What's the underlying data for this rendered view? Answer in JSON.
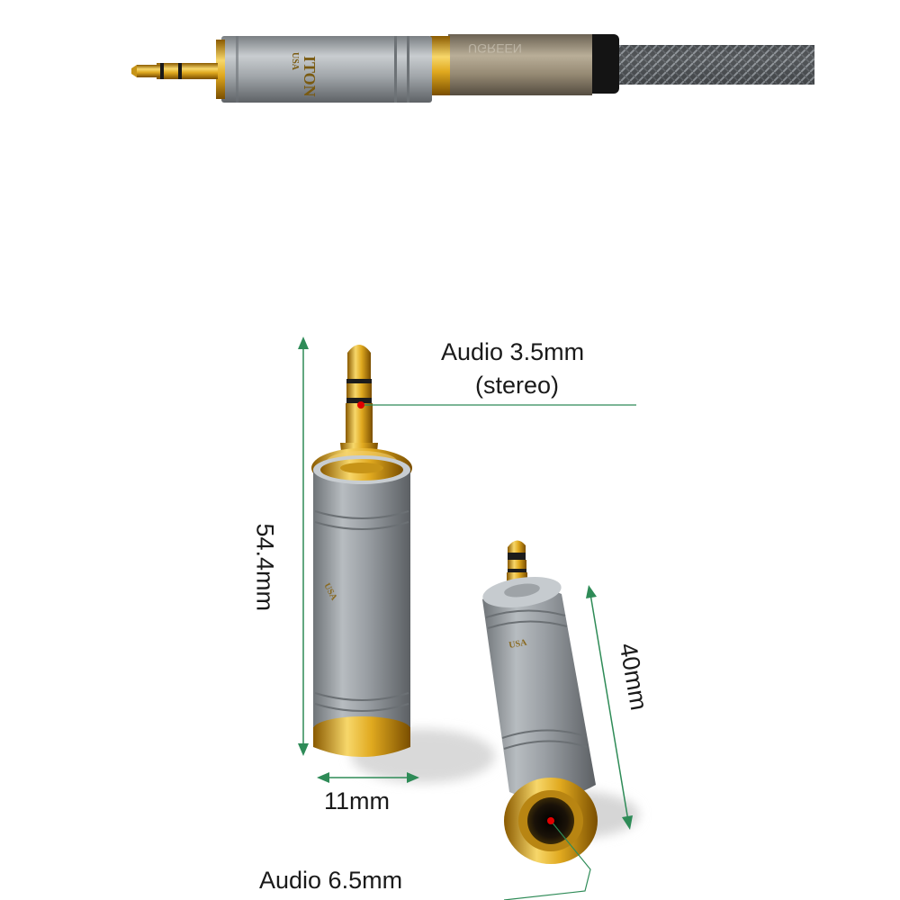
{
  "labels": {
    "audio_35": "Audio 3.5mm",
    "stereo": "(stereo)",
    "length_long": "54.4mm",
    "length_short": "40mm",
    "diameter": "11mm",
    "audio_65": "Audio 6.5mm"
  },
  "brands": {
    "adapter_brand": "ITON",
    "adapter_country": "USA",
    "cable_brand": "UGREEN"
  },
  "colors": {
    "dimension_line": "#2e8b57",
    "marker_dot": "#e00000",
    "gold": "#d4a21a",
    "metal": "#9a9fa4"
  }
}
